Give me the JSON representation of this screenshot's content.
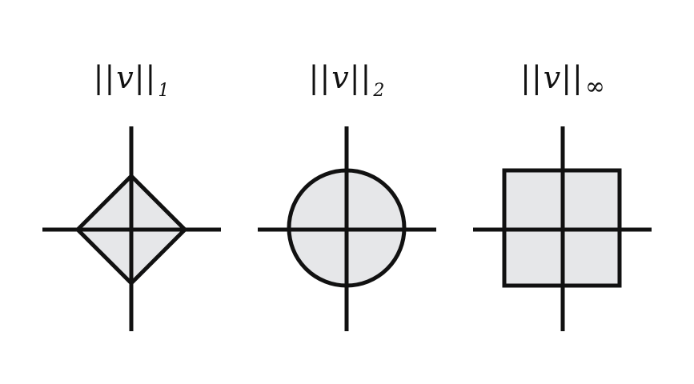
{
  "panels": [
    {
      "id": "l1",
      "shape": "diamond",
      "label": {
        "bars_left": "||",
        "variable": "v",
        "bars_right": "||",
        "subscript": "1"
      }
    },
    {
      "id": "l2",
      "shape": "circle",
      "label": {
        "bars_left": "||",
        "variable": "v",
        "bars_right": "||",
        "subscript": "2"
      }
    },
    {
      "id": "linf",
      "shape": "square",
      "label": {
        "bars_left": "||",
        "variable": "v",
        "bars_right": "||",
        "subscript": "∞"
      }
    }
  ],
  "colors": {
    "stroke": "#111111",
    "fill": "#e6e7e9",
    "background": "#ffffff"
  }
}
